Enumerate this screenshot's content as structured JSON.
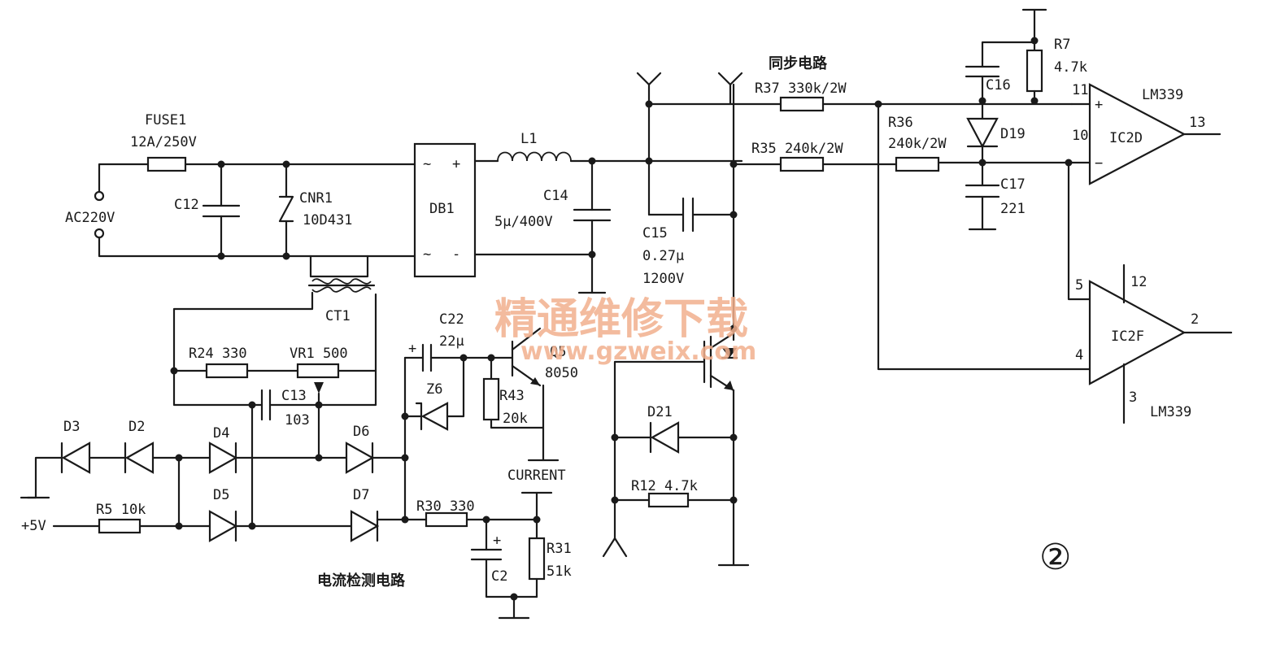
{
  "labels": {
    "fuse_name": "FUSE1",
    "fuse_rating": "12A/250V",
    "ac_input": "AC220V",
    "c12": "C12",
    "cnr1": "CNR1",
    "cnr1_value": "10D431",
    "db1": "DB1",
    "db1_ac_top": "~",
    "db1_plus": "+",
    "db1_ac_bottom": "~",
    "db1_minus": "-",
    "l1": "L1",
    "c14": "C14",
    "c14_value": "5μ/400V",
    "c15": "C15",
    "c15_value": "0.27μ",
    "c15_voltage": "1200V",
    "ct1": "CT1",
    "r24": "R24  330",
    "vr1": "VR1  500",
    "c13": "C13",
    "c13_value": "103",
    "c22": "C22",
    "c22_value": "22μ",
    "q5": "Q5",
    "q5_type": "8050",
    "z6": "Z6",
    "r43": "R43",
    "r43_value": "20k",
    "current": "CURRENT",
    "d3": "D3",
    "d2": "D2",
    "d4": "D4",
    "d5": "D5",
    "d6": "D6",
    "d7": "D7",
    "plus5v": "+5V",
    "r5": "R5  10k",
    "r30": "R30  330",
    "c2": "C2",
    "r31": "R31",
    "r31_value": "51k",
    "current_detect": "电流检测电路",
    "sync_circuit": "同步电路",
    "r37": "R37  330k/2W",
    "r35": "R35  240k/2W",
    "r36": "R36",
    "r36_value": "240k/2W",
    "r7": "R7",
    "r7_value": "4.7k",
    "c16": "C16",
    "d19": "D19",
    "c17": "C17",
    "c17_value": "221",
    "lm339_top": "LM339",
    "ic2d": "IC2D",
    "pin11": "11",
    "pin10": "10",
    "pin13": "13",
    "plus_sign": "+",
    "minus_sign": "−",
    "ic2f": "IC2F",
    "pin5": "5",
    "pin4": "4",
    "pin12": "12",
    "pin3": "3",
    "pin2": "2",
    "lm339_bottom": "LM339",
    "d21": "D21",
    "r12": "R12  4.7k",
    "figure_number": "②",
    "watermark_cn": "精通维修下载",
    "watermark_url": "www.gzweix.com"
  }
}
